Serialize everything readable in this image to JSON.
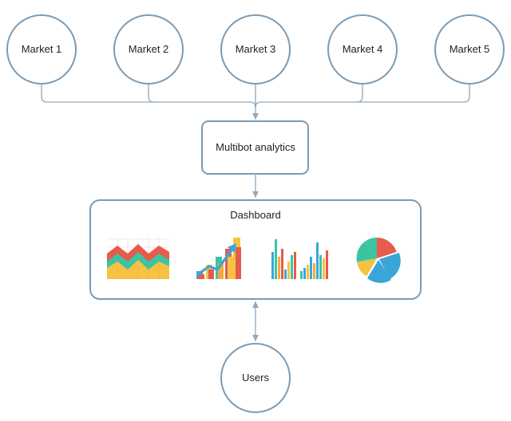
{
  "colors": {
    "stroke": "#7b9bb4",
    "connector": "#8fa9bd",
    "text": "#222222",
    "red": "#e85a4a",
    "green": "#3cc4a2",
    "yellow": "#f6c242",
    "blue": "#3aa6d8",
    "orange": "#f4a93b"
  },
  "markets": [
    {
      "label": "Market 1"
    },
    {
      "label": "Market 2"
    },
    {
      "label": "Market 3"
    },
    {
      "label": "Market 4"
    },
    {
      "label": "Market 5"
    }
  ],
  "analytics": {
    "label": "Multibot analytics"
  },
  "dashboard": {
    "label": "Dashboard",
    "icons": [
      "area-chart-icon",
      "growth-bar-chart-icon",
      "multi-bar-chart-icon",
      "pie-chart-icon"
    ]
  },
  "users": {
    "label": "Users"
  }
}
